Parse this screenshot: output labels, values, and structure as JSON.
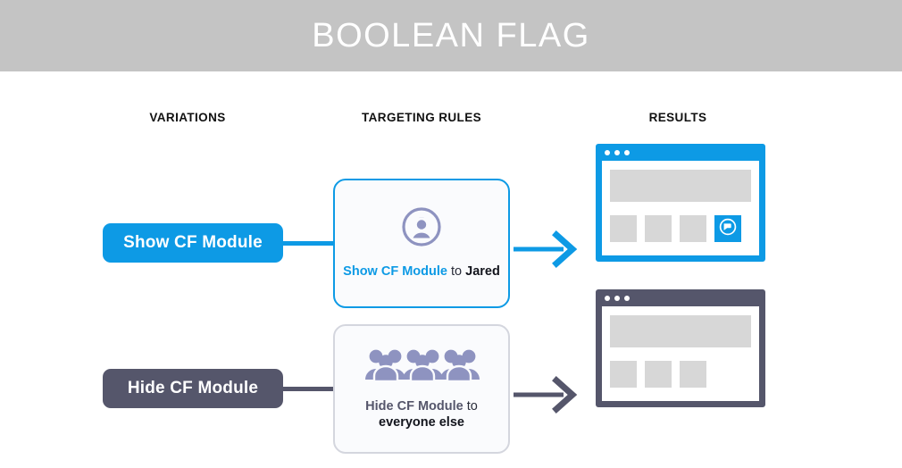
{
  "header": {
    "title": "BOOLEAN FLAG",
    "band_color": "#c4c4c4",
    "title_color": "#ffffff"
  },
  "colors": {
    "accent_blue": "#0d9ae5",
    "slate_gray": "#55566b",
    "icon_purple": "#8e93c0",
    "placeholder_gray": "#d7d7d7",
    "card_border_gray": "#d4d6de",
    "card_background": "#fafbfd"
  },
  "columns": [
    {
      "label": "VARIATIONS"
    },
    {
      "label": "TARGETING RULES"
    },
    {
      "label": "RESULTS"
    }
  ],
  "rows": [
    {
      "id": "show",
      "variation": {
        "label": "Show CF Module",
        "color": "#0d9ae5",
        "text_color": "#ffffff"
      },
      "rule": {
        "icon": "single-person-icon",
        "flag_label": "Show CF Module",
        "connector_word": "to",
        "target_label": "Jared",
        "border_color": "#0d9ae5"
      },
      "arrow": {
        "color": "#0d9ae5",
        "direction": "right"
      },
      "result": {
        "frame_color": "#0d9ae5",
        "window_dots": 3,
        "hero_block": true,
        "tiles": [
          {
            "type": "placeholder"
          },
          {
            "type": "placeholder"
          },
          {
            "type": "placeholder"
          },
          {
            "type": "cf-module",
            "icon": "chat-flag-icon"
          }
        ]
      }
    },
    {
      "id": "hide",
      "variation": {
        "label": "Hide CF Module",
        "color": "#55566b",
        "text_color": "#ffffff"
      },
      "rule": {
        "icon": "crowd-of-people-icon",
        "flag_label": "Hide CF Module",
        "connector_word": "to",
        "target_label": "everyone else",
        "border_color": "#d4d6de"
      },
      "arrow": {
        "color": "#55566b",
        "direction": "right"
      },
      "result": {
        "frame_color": "#55566b",
        "window_dots": 3,
        "hero_block": true,
        "tiles": [
          {
            "type": "placeholder"
          },
          {
            "type": "placeholder"
          },
          {
            "type": "placeholder"
          }
        ]
      }
    }
  ]
}
